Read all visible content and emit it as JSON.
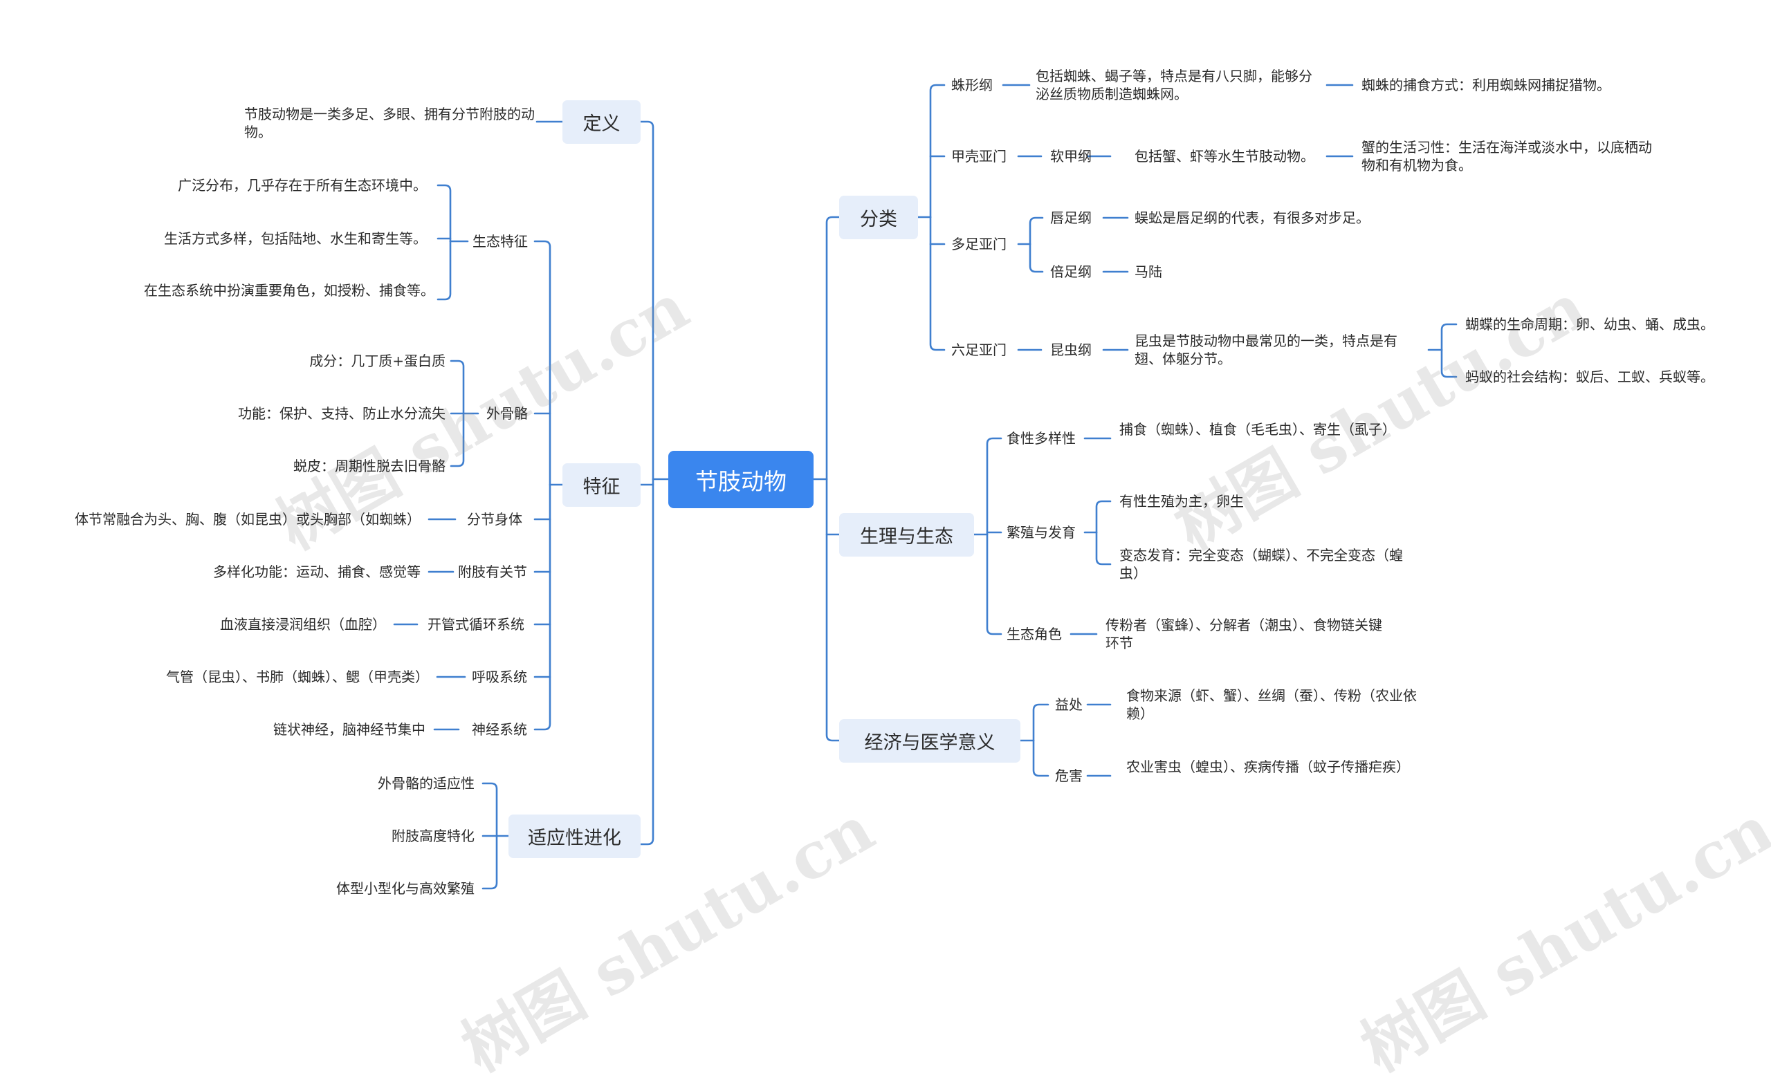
{
  "root": "节肢动物",
  "watermark": "树图 shutu.cn",
  "colors": {
    "root": "#3a86ee",
    "pill": "#e6eefa",
    "line": "#3f7fcf"
  },
  "left": {
    "definition": {
      "label": "定义",
      "text": "节肢动物是一类多足、多眼、拥有分节附肢的动物。"
    },
    "features": {
      "label": "特征",
      "eco": {
        "label": "生态特征",
        "items": [
          "广泛分布，几乎存在于所有生态环境中。",
          "生活方式多样，包括陆地、水生和寄生等。",
          "在生态系统中扮演重要角色，如授粉、捕食等。"
        ]
      },
      "exo": {
        "label": "外骨骼",
        "items": [
          "成分：几丁质+蛋白质",
          "功能：保护、支持、防止水分流失",
          "蜕皮：周期性脱去旧骨骼"
        ]
      },
      "segmented": {
        "label": "分节身体",
        "text": "体节常融合为头、胸、腹（如昆虫）或头胸部（如蜘蛛）"
      },
      "appendages": {
        "label": "附肢有关节",
        "text": "多样化功能：运动、捕食、感觉等"
      },
      "circulation": {
        "label": "开管式循环系统",
        "text": "血液直接浸润组织（血腔）"
      },
      "respiration": {
        "label": "呼吸系统",
        "text": "气管（昆虫）、书肺（蜘蛛）、鳃（甲壳类）"
      },
      "nervous": {
        "label": "神经系统",
        "text": "链状神经，脑神经节集中"
      }
    },
    "adaptation": {
      "label": "适应性进化",
      "items": [
        "外骨骼的适应性",
        "附肢高度特化",
        "体型小型化与高效繁殖"
      ]
    }
  },
  "right": {
    "classification": {
      "label": "分类",
      "arachnida": {
        "label": "蛛形纲",
        "text": "包括蜘蛛、蝎子等，特点是有八只脚，能够分泌丝质物质制造蜘蛛网。",
        "detail": "蜘蛛的捕食方式：利用蜘蛛网捕捉猎物。"
      },
      "crustacea": {
        "label": "甲壳亚门",
        "sub": "软甲纲",
        "text": "包括蟹、虾等水生节肢动物。",
        "detail": "蟹的生活习性：生活在海洋或淡水中，以底栖动物和有机物为食。"
      },
      "myriapoda": {
        "label": "多足亚门",
        "chilopoda": {
          "label": "唇足纲",
          "text": "蜈蚣是唇足纲的代表，有很多对步足。"
        },
        "diplopoda": {
          "label": "倍足纲",
          "text": "马陆"
        }
      },
      "hexapoda": {
        "label": "六足亚门",
        "sub": "昆虫纲",
        "text": "昆虫是节肢动物中最常见的一类，特点是有翅、体躯分节。",
        "details": [
          "蝴蝶的生命周期：卵、幼虫、蛹、成虫。",
          "蚂蚁的社会结构：蚁后、工蚁、兵蚁等。"
        ]
      }
    },
    "physiology": {
      "label": "生理与生态",
      "diet": {
        "label": "食性多样性",
        "text": "捕食（蜘蛛）、植食（毛毛虫）、寄生（虱子）"
      },
      "reproduction": {
        "label": "繁殖与发育",
        "items": [
          "有性生殖为主，卵生",
          "变态发育：完全变态（蝴蝶）、不完全变态（蝗虫）"
        ]
      },
      "role": {
        "label": "生态角色",
        "text": "传粉者（蜜蜂）、分解者（潮虫）、食物链关键环节"
      }
    },
    "economic": {
      "label": "经济与医学意义",
      "benefit": {
        "label": "益处",
        "text": "食物来源（虾、蟹）、丝绸（蚕）、传粉（农业依赖）"
      },
      "harm": {
        "label": "危害",
        "text": "农业害虫（蝗虫）、疾病传播（蚊子传播疟疾）"
      }
    }
  }
}
